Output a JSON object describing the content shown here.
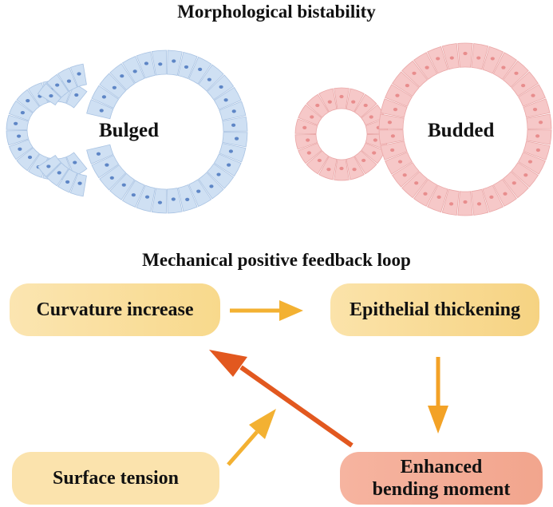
{
  "top_title": "Morphological bistability",
  "shapes": {
    "left_label": "Bulged",
    "right_label": "Budded"
  },
  "loop_title": "Mechanical positive feedback loop",
  "boxes": {
    "curvature": "Curvature increase",
    "thickening": "Epithelial thickening",
    "surface": "Surface tension",
    "bending_line1": "Enhanced",
    "bending_line2": "bending moment"
  },
  "colors": {
    "blue_cell": "#cfe0f3",
    "blue_nucleus": "#5e86c6",
    "pink_cell": "#f6c8c8",
    "pink_nucleus": "#e88d8d",
    "arrow_yellow": "#f3b132",
    "arrow_orange": "#e2581f"
  }
}
